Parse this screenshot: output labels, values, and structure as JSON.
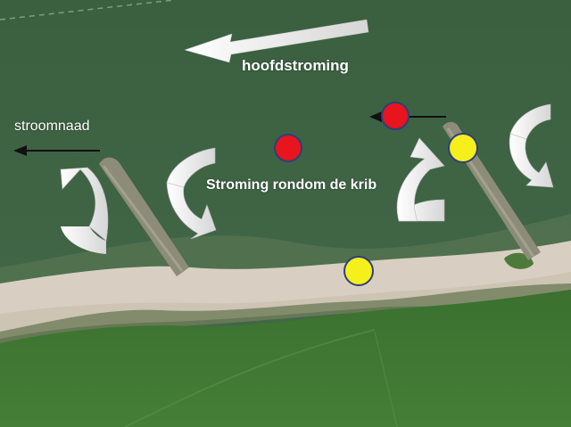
{
  "labels": {
    "main_current": "hoofdstroming",
    "current_seam": "stroomnaad",
    "title": "Stroming rondom de krib"
  },
  "colors": {
    "water": "#3e6346",
    "beach": "#d8cfc2",
    "land": "#3d7a33",
    "arrow": "#ffffff",
    "marker_red": "#e8141e",
    "marker_yellow": "#f5ef1c",
    "marker_outline": "#2e3f7a"
  },
  "markers": [
    {
      "kind": "red",
      "color": "#e8141e"
    },
    {
      "kind": "red",
      "color": "#e8141e"
    },
    {
      "kind": "yellow",
      "color": "#f5ef1c"
    },
    {
      "kind": "yellow",
      "color": "#f5ef1c"
    }
  ],
  "icons": [
    "main-current-arrow-icon",
    "seam-arrow-icon",
    "small-current-arrow-icon",
    "eddy-arrow-icon"
  ]
}
